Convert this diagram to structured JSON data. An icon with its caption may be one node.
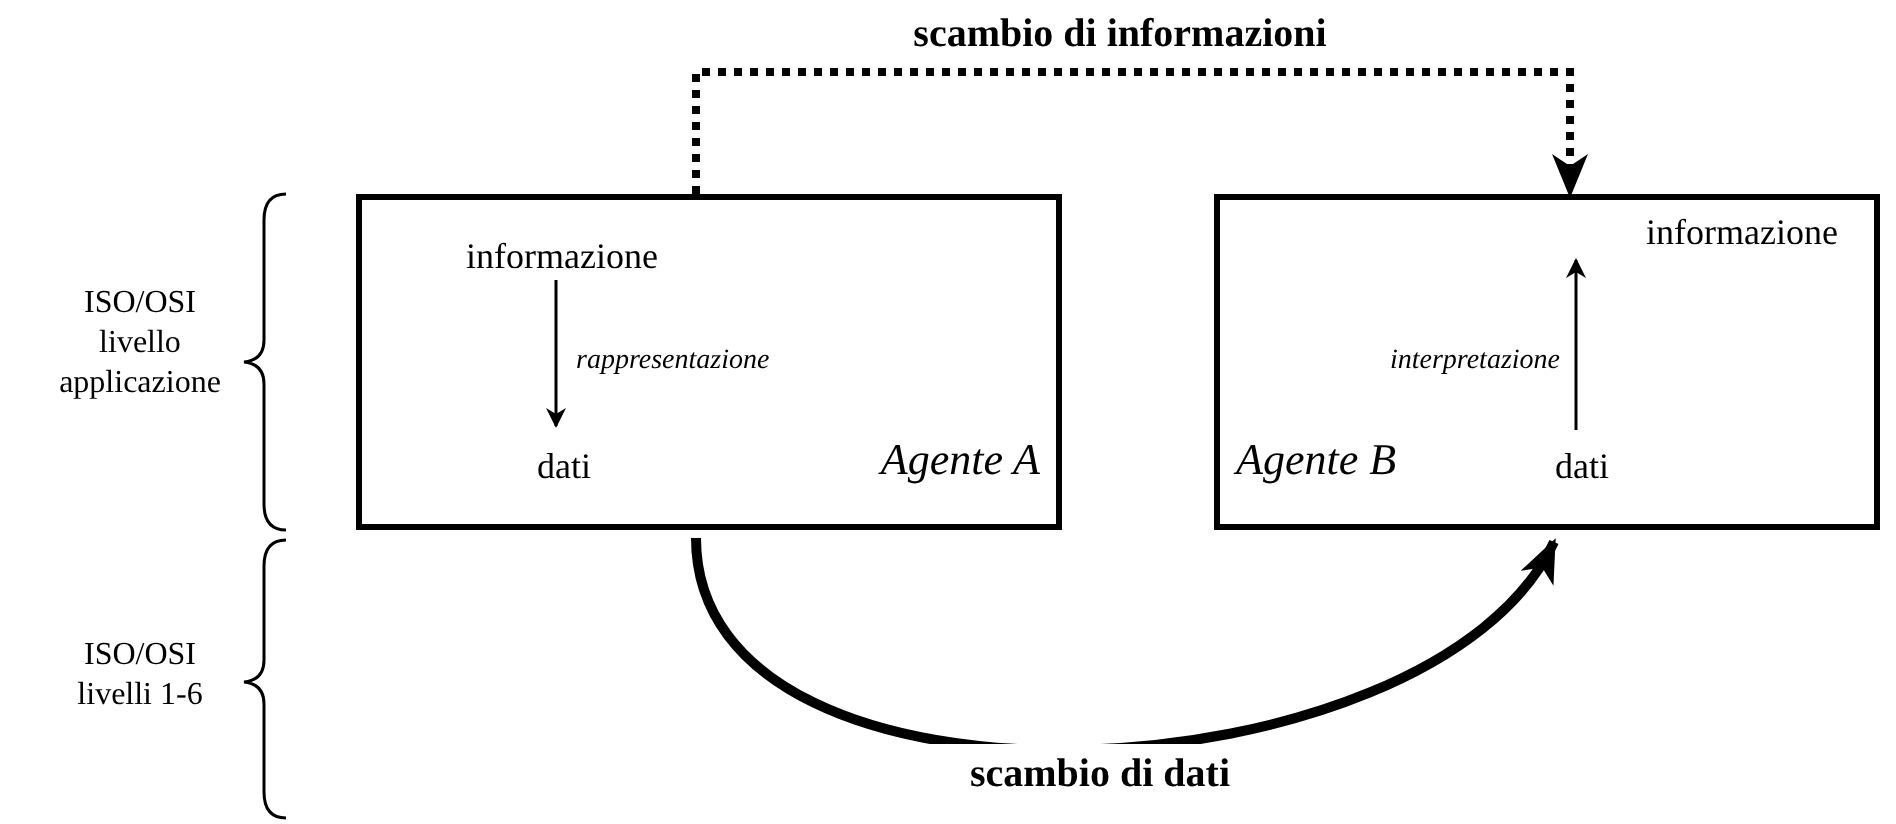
{
  "diagram": {
    "nodes": [
      {
        "text": [
          "Agente A"
        ]
      },
      {
        "text": [
          "informazione"
        ],
        "in": 0
      },
      {
        "text": [
          "dati"
        ],
        "in": 0
      },
      {
        "text": [
          "Agente B"
        ]
      },
      {
        "text": [
          "informazione"
        ],
        "in": 3
      },
      {
        "text": [
          "dati"
        ],
        "in": 3
      }
    ],
    "edges": [
      {
        "from": 0,
        "to": 3,
        "arrow": "to",
        "label": "scambio di informazioni",
        "style": "dashed"
      },
      {
        "from": 0,
        "to": 3,
        "arrow": "to",
        "label": "scambio di dati",
        "style": "thick"
      },
      {
        "from": 1,
        "to": 2,
        "arrow": "to",
        "label": "rappresentazione"
      },
      {
        "from": 5,
        "to": 4,
        "arrow": "to",
        "label": "interpretazione"
      }
    ],
    "labels": [
      "ISO/OSI livello applicazione",
      "ISO/OSI livelli 1-6"
    ]
  }
}
